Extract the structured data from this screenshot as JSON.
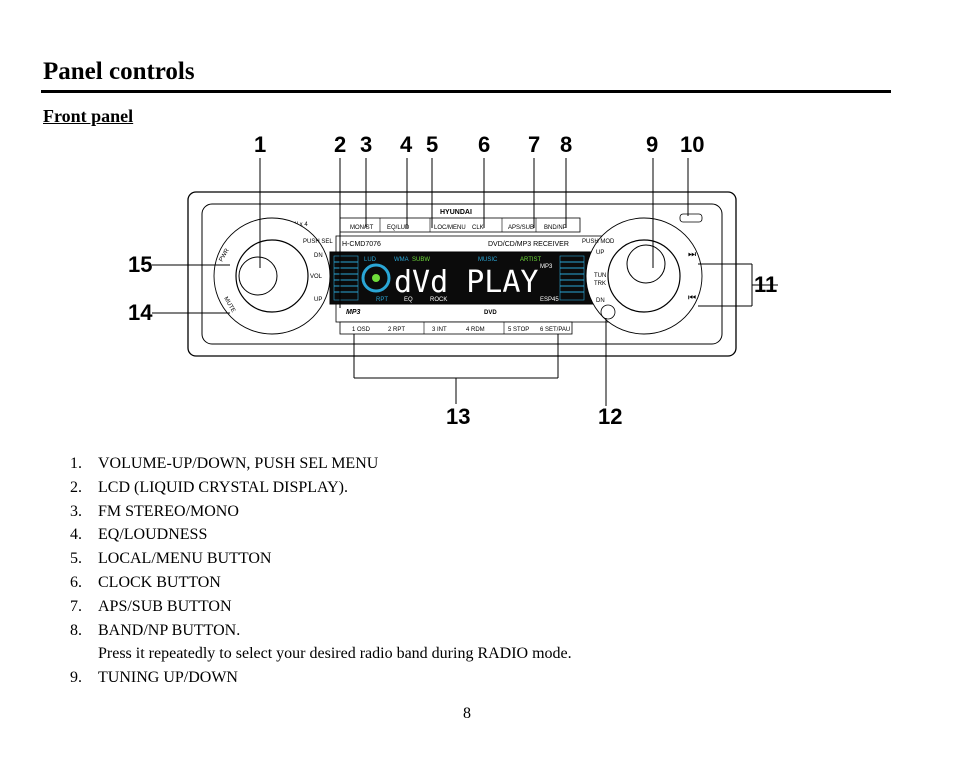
{
  "heading": "Panel controls",
  "subheading": "Front panel",
  "figure": {
    "callouts": [
      "1",
      "2",
      "3",
      "4",
      "5",
      "6",
      "7",
      "8",
      "9",
      "10",
      "11",
      "12",
      "13",
      "14",
      "15"
    ],
    "brand": "HYUNDAI",
    "model": "H-CMD7076",
    "receiver_label": "DVD/CD/MP3 RECEIVER",
    "power_rating": "50 W x 4",
    "push_sel": "PUSH SEL",
    "push_mod": "PUSH MOD",
    "top_buttons": [
      "MON/ST",
      "EQ/LUD",
      "LOC/MENU",
      "CLK",
      "APS/SUB",
      "BND/NP"
    ],
    "left_labels": [
      "DN",
      "VOL",
      "UP"
    ],
    "right_labels": [
      "UP",
      "TUN",
      "TRK",
      "DN"
    ],
    "knob_labels": [
      "PWR",
      "MUTE"
    ],
    "display_text": "dVd PLAY",
    "display_icons": [
      "LUD",
      "WMA",
      "SUBW",
      "MUSIC",
      "ARTIST",
      "RPT",
      "EQ",
      "ROCK",
      "ESP45",
      "MP3"
    ],
    "bottom_buttons": [
      "1 OSD",
      "2 RPT",
      "3 INT",
      "4 RDM",
      "5 STOP",
      "6 SET/PAU"
    ],
    "logos": [
      "MP3",
      "DVD"
    ]
  },
  "items": [
    {
      "num": "1.",
      "text": "VOLUME-UP/DOWN, PUSH SEL MENU"
    },
    {
      "num": "2.",
      "text": "LCD (LIQUID CRYSTAL DISPLAY)."
    },
    {
      "num": "3.",
      "text": "FM STEREO/MONO"
    },
    {
      "num": "4.",
      "text": "EQ/LOUDNESS"
    },
    {
      "num": "5.",
      "text": "LOCAL/MENU BUTTON"
    },
    {
      "num": "6.",
      "text": "CLOCK BUTTON"
    },
    {
      "num": "7.",
      "text": "APS/SUB BUTTON"
    },
    {
      "num": "8.",
      "text": "BAND/NP BUTTON."
    },
    {
      "num": "",
      "text": "Press it repeatedly to select your desired radio band during RADIO mode."
    },
    {
      "num": "9.",
      "text": "TUNING UP/DOWN"
    }
  ],
  "page_number": "8"
}
